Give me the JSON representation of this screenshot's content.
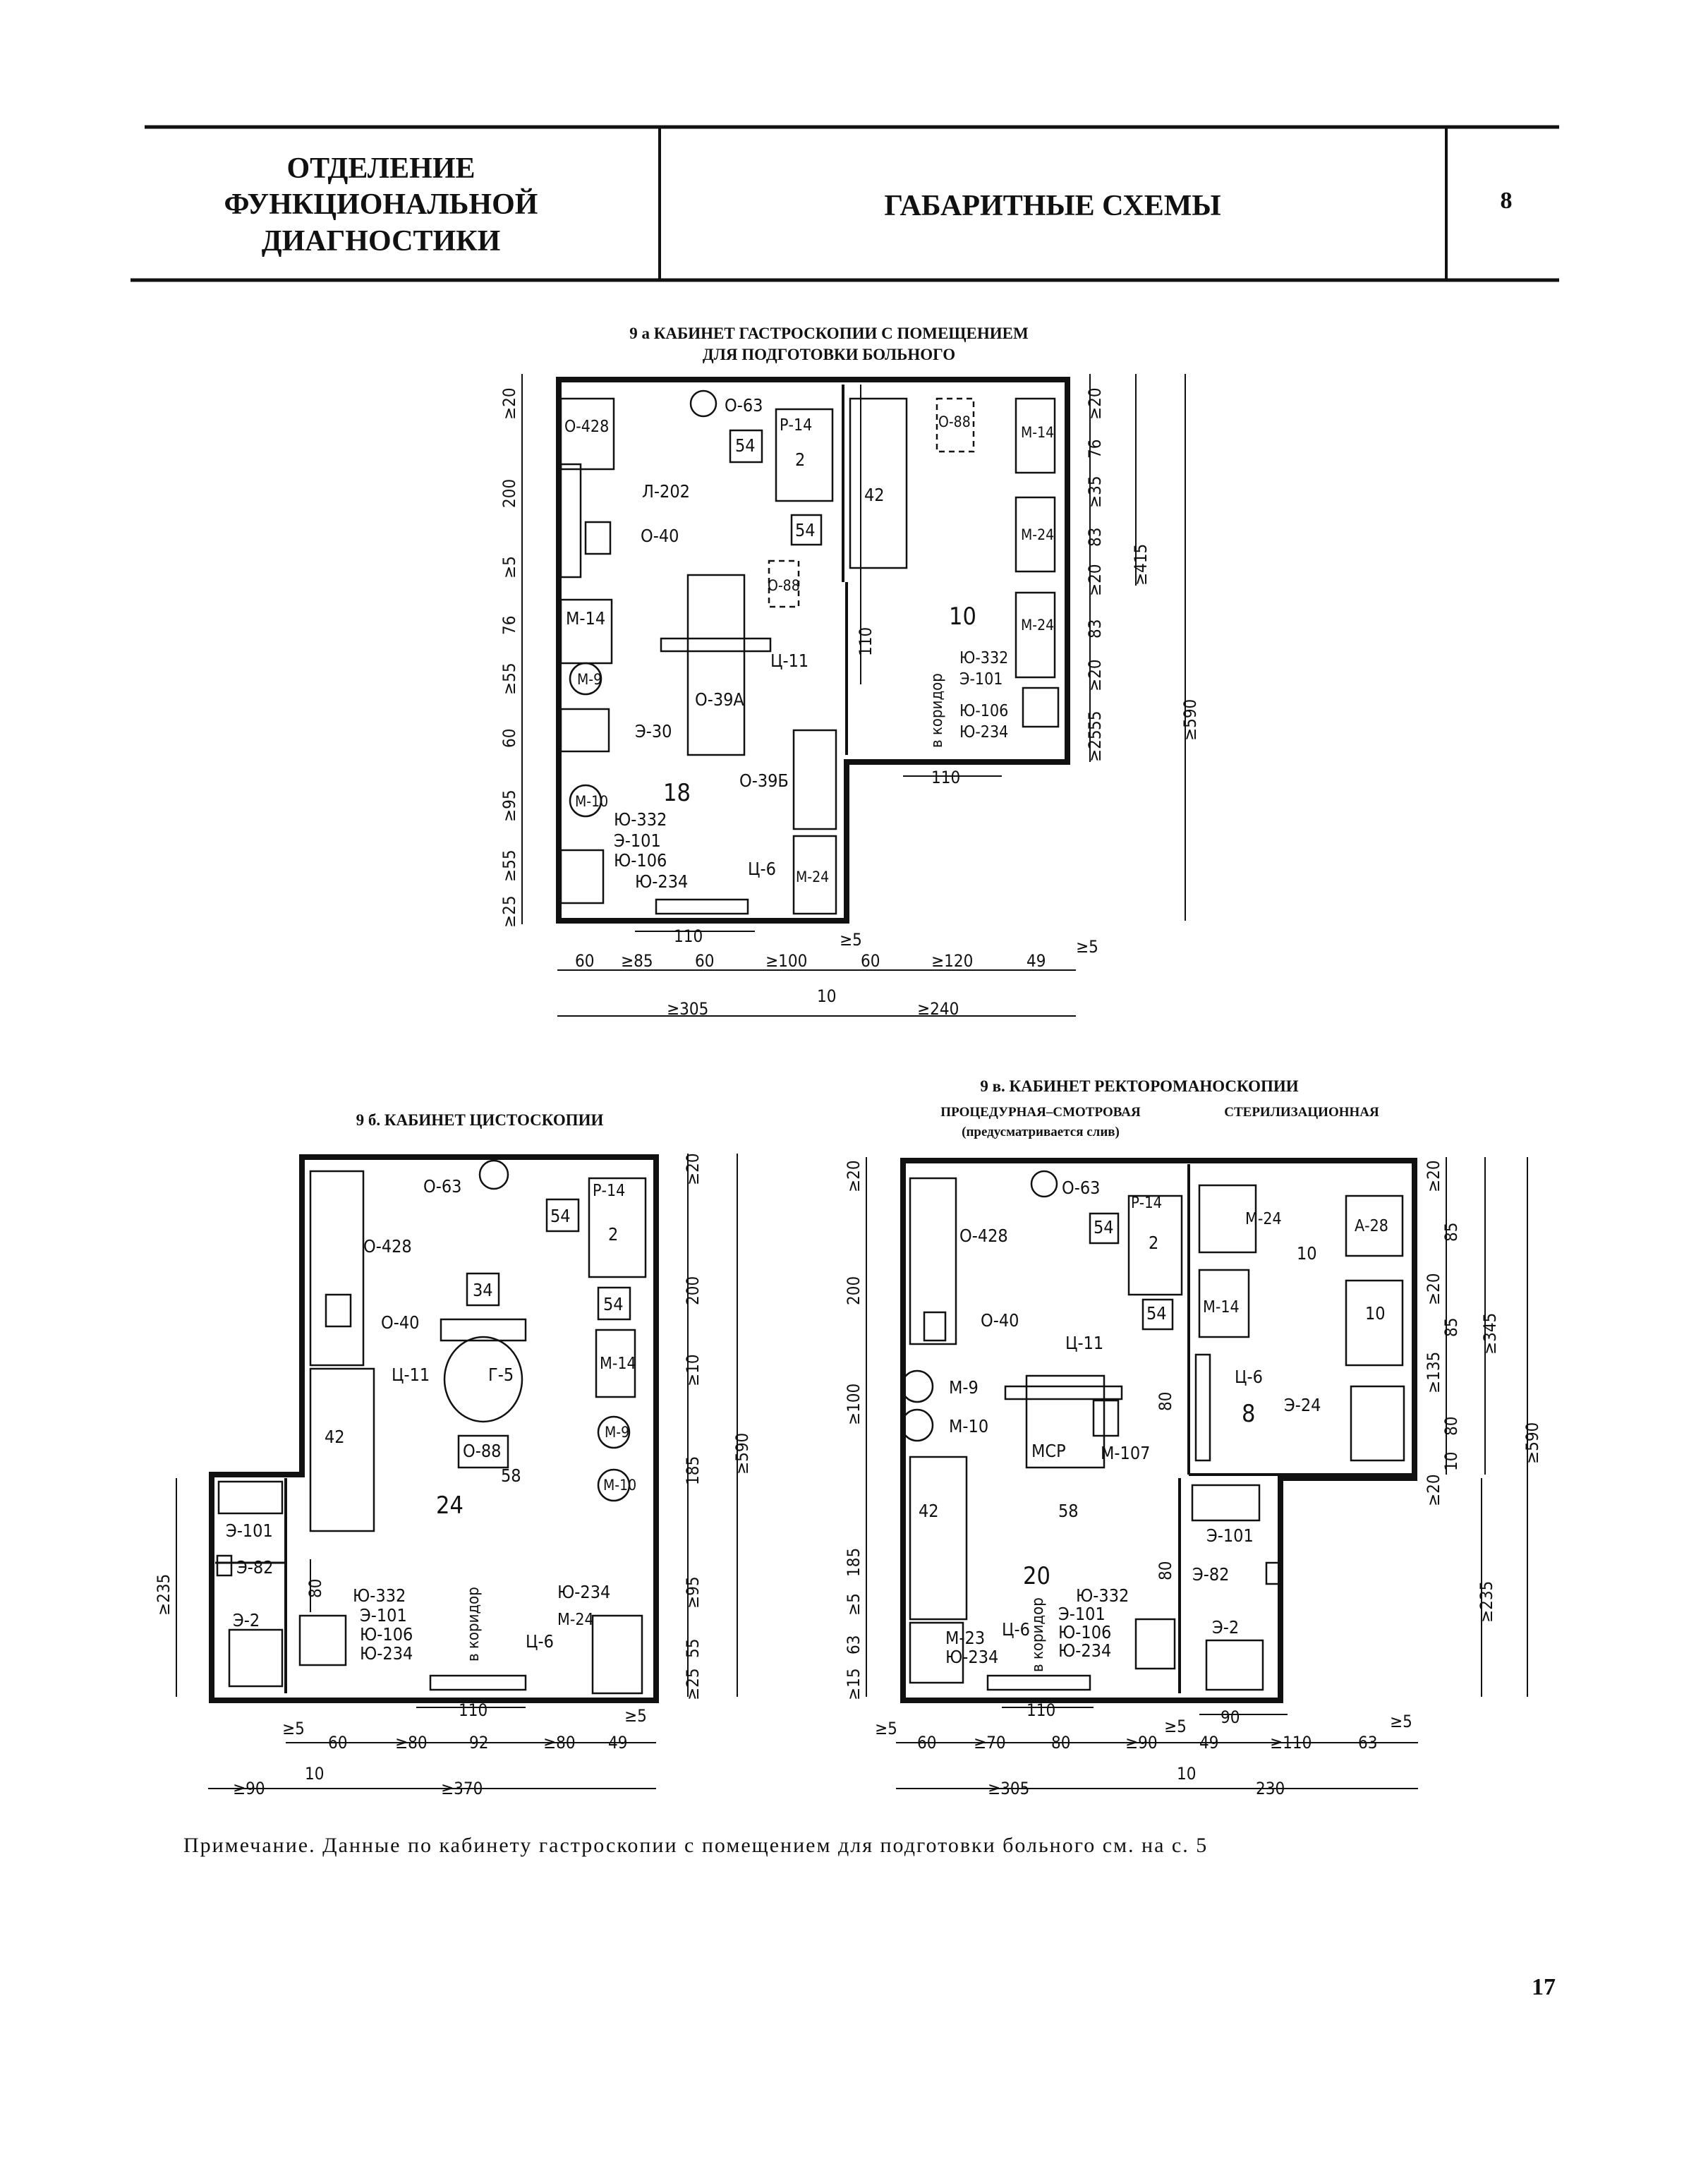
{
  "header": {
    "section_line1": "ОТДЕЛЕНИЕ",
    "section_line2": "ФУНКЦИОНАЛЬНОЙ",
    "section_line3": "ДИАГНОСТИКИ",
    "title": "ГАБАРИТНЫЕ СХЕМЫ",
    "sheet_number": "8"
  },
  "plan_a": {
    "title_line1": "9 а КАБИНЕТ ГАСТРОСКОПИИ С ПОМЕЩЕНИЕМ",
    "title_line2": "ДЛЯ ПОДГОТОВКИ БОЛЬНОГО",
    "room_main": "18",
    "room_prep": "10",
    "corridor": "в коридор",
    "labels": [
      "О-63",
      "О-428",
      "Р-14",
      "2",
      "54",
      "54",
      "42",
      "О-88",
      "М-14",
      "Л-202",
      "О-40",
      "М-24",
      "О-88",
      "М-24",
      "М-14",
      "Ц-11",
      "М-9",
      "О-39А",
      "Ю-332",
      "Э-101",
      "Ю-106",
      "Ю-234",
      "Э-30",
      "О-39Б",
      "М-10",
      "Ю-332",
      "Э-101",
      "Ю-106",
      "Ю-234",
      "Ц-6",
      "М-24"
    ],
    "dims_left": [
      "≥20",
      "200",
      "≥5",
      "76",
      "≥55",
      "60",
      "≥95",
      "≥55",
      "≥25"
    ],
    "dims_inner": [
      "110",
      "110",
      "110"
    ],
    "dims_right": [
      "≥20",
      "76",
      "≥35",
      "83",
      "≥20",
      "83",
      "≥20",
      "55",
      "≥25",
      "≥415",
      "≥590"
    ],
    "dims_bottom_row1": [
      "60",
      "≥85",
      "60",
      "≥100",
      "≥5",
      "60",
      "≥120",
      "49",
      "≥5"
    ],
    "dims_bottom_row2": [
      "≥305",
      "10",
      "≥240"
    ]
  },
  "plan_b": {
    "title": "9 б. КАБИНЕТ ЦИСТОСКОПИИ",
    "room_main": "24",
    "corridor": "в коридор",
    "labels": [
      "О-63",
      "О-428",
      "54",
      "Р-14",
      "2",
      "34",
      "54",
      "О-40",
      "М-14",
      "Ц-11",
      "Г-5",
      "42",
      "О-88",
      "М-9",
      "58",
      "М-10",
      "Э-101",
      "Э-82",
      "Э-2",
      "Ю-332",
      "Э-101",
      "Ю-106",
      "Ю-234",
      "Ю-234",
      "М-24",
      "Ц-6"
    ],
    "dims_left": [
      "≥235",
      "80"
    ],
    "dims_inner": [
      "110"
    ],
    "dims_right": [
      "≥20",
      "200",
      "≥10",
      "185",
      "≥95",
      "55",
      "≥25",
      "≥590"
    ],
    "dims_bottom_row1": [
      "≥5",
      "60",
      "≥80",
      "92",
      "≥80",
      "49",
      "≥5"
    ],
    "dims_bottom_row2": [
      "≥90",
      "10",
      "≥370"
    ]
  },
  "plan_c": {
    "title": "9 в. КАБИНЕТ РЕКТОРОМАНОСКОПИИ",
    "sub_left": "ПРОЦЕДУРНАЯ–СМОТРОВАЯ",
    "sub_left_note": "(предусматривается слив)",
    "sub_right": "СТЕРИЛИЗАЦИОННАЯ",
    "room_main": "20",
    "room_ster": "8",
    "corridor": "в коридор",
    "labels": [
      "О-63",
      "О-428",
      "Р-14",
      "54",
      "2",
      "М-24",
      "А-28",
      "10",
      "О-40",
      "54",
      "М-14",
      "10",
      "Ц-11",
      "Ц-6",
      "М-9",
      "Э-24",
      "М-10",
      "МСР",
      "М-107",
      "42",
      "58",
      "Э-101",
      "Э-82",
      "Ю-332",
      "Э-101",
      "Ю-106",
      "Ю-234",
      "Э-2",
      "М-23",
      "Ю-234",
      "Ц-6"
    ],
    "dims_left": [
      "≥20",
      "200",
      "≥100",
      "185",
      "≥5",
      "63",
      "≥15"
    ],
    "dims_inner": [
      "80",
      "80",
      "110",
      "90"
    ],
    "dims_right": [
      "≥20",
      "85",
      "≥20",
      "85",
      "≥135",
      "80",
      "10",
      "≥20",
      "≥345",
      "≥590",
      "≥235"
    ],
    "dims_bottom_row1": [
      "≥5",
      "60",
      "≥70",
      "80",
      "≥90",
      "≥5",
      "49",
      "≥110",
      "63",
      "≥5"
    ],
    "dims_bottom_row2": [
      "≥305",
      "10",
      "230"
    ]
  },
  "note": "Примечание. Данные по кабинету гастроскопии с помещением для подготовки больного см. на с. 5",
  "page_number": "17"
}
